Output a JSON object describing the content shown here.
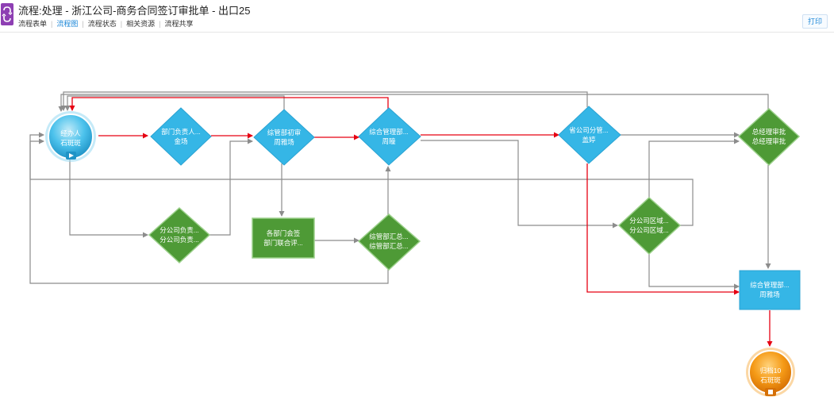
{
  "header": {
    "title": "流程:处理 - 浙江公司-商务合同签订审批单 - 出口25",
    "tabs": [
      {
        "label": "流程表单",
        "active": false
      },
      {
        "label": "流程图",
        "active": true
      },
      {
        "label": "流程状态",
        "active": false
      },
      {
        "label": "相关资源",
        "active": false
      },
      {
        "label": "流程共享",
        "active": false
      }
    ],
    "print_label": "打印"
  },
  "colors": {
    "accent": "#1e88d8",
    "node_blue": "#35b6e6",
    "node_green": "#4e9a36",
    "node_orange": "#f08a0c",
    "line_active": "#e60012",
    "line_normal": "#8c8c8c"
  },
  "flow": {
    "nodes": {
      "start": {
        "line1": "经办人",
        "line2": "石斑斑"
      },
      "dept_head": {
        "line1": "部门负责人...",
        "line2": "金场"
      },
      "mgmt_review": {
        "line1": "综管部初审",
        "line2": "周雅场"
      },
      "general_mgmt": {
        "line1": "综合管理部...",
        "line2": "周瞳"
      },
      "vp": {
        "line1": "省公司分管...",
        "line2": "盖婷"
      },
      "gm": {
        "line1": "总经理审批",
        "line2": "总经理审批"
      },
      "branch_head": {
        "line1": "分公司负责...",
        "line2": "分公司负责..."
      },
      "countersign": {
        "line1": "各部门会签",
        "line2": "部门联合评..."
      },
      "mgmt_summary": {
        "line1": "综管部汇总...",
        "line2": "综管部汇总..."
      },
      "region": {
        "line1": "分公司区域...",
        "line2": "分公司区域..."
      },
      "general_mgmt2": {
        "line1": "综合管理部...",
        "line2": "周雅场"
      },
      "archive": {
        "line1": "归档10",
        "line2": "石斑斑"
      }
    }
  }
}
